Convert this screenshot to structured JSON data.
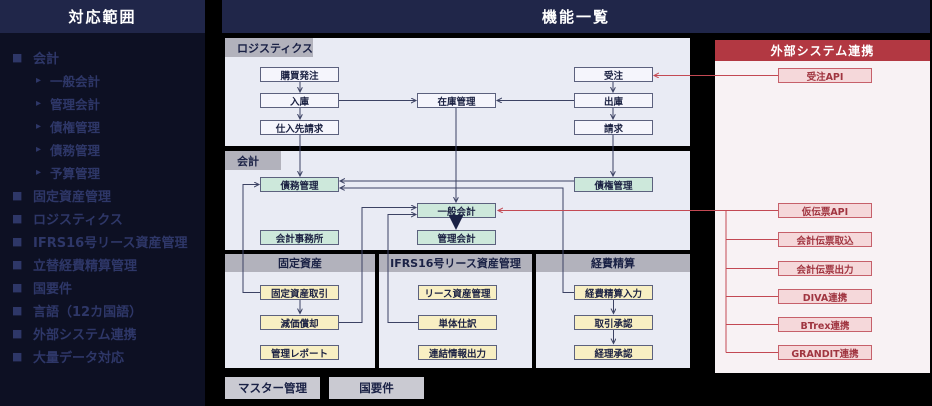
{
  "sidebar": {
    "title": "対応範囲",
    "items": [
      {
        "label": "会計",
        "level": 1
      },
      {
        "label": "一般会計",
        "level": 2
      },
      {
        "label": "管理会計",
        "level": 2
      },
      {
        "label": "債権管理",
        "level": 2
      },
      {
        "label": "債務管理",
        "level": 2
      },
      {
        "label": "予算管理",
        "level": 2
      },
      {
        "label": "固定資産管理",
        "level": 1
      },
      {
        "label": "ロジスティクス",
        "level": 1
      },
      {
        "label": "IFRS16号リース資産管理",
        "level": 1
      },
      {
        "label": "立替経費精算管理",
        "level": 1
      },
      {
        "label": "国要件",
        "level": 1
      },
      {
        "label": "言語（12カ国語）",
        "level": 1
      },
      {
        "label": "外部システム連携",
        "level": 1
      },
      {
        "label": "大量データ対応",
        "level": 1
      }
    ]
  },
  "header": {
    "title": "機能一覧"
  },
  "groups": {
    "logistics": {
      "title": "ロジスティクス",
      "nodes": {
        "purchase_order": "購買発注",
        "receiving": "入庫",
        "supplier_billing": "仕入先請求",
        "inventory": "在庫管理",
        "sales_order": "受注",
        "shipping": "出庫",
        "billing": "請求"
      }
    },
    "accounting": {
      "title": "会計",
      "nodes": {
        "payable": "債務管理",
        "receivable": "債権管理",
        "general_ledger": "一般会計",
        "management_accounting": "管理会計",
        "accounting_office": "会計事務所"
      }
    },
    "fixed_assets": {
      "title": "固定資産",
      "nodes": {
        "transactions": "固定資産取引",
        "depreciation": "減価償却",
        "report": "管理レポート"
      }
    },
    "ifrs_lease": {
      "title": "IFRS16号リース資産管理",
      "nodes": {
        "lease_assets": "リース資産管理",
        "standalone_journal": "単体仕訳",
        "consolidated_output": "連結情報出力"
      }
    },
    "expense": {
      "title": "経費精算",
      "nodes": {
        "entry": "経費精算入力",
        "transaction_approval": "取引承認",
        "accounting_approval": "経理承認"
      }
    },
    "external": {
      "title": "外部システム連携",
      "nodes": {
        "order_api": "受注API",
        "temp_voucher_api": "仮伝票API",
        "voucher_import": "会計伝票取込",
        "voucher_export": "会計伝票出力",
        "diva": "DIVA連携",
        "btrex": "BTrex連携",
        "grandit": "GRANDIT連携"
      }
    }
  },
  "footer": {
    "tabs": [
      "マスター管理",
      "国要件"
    ]
  },
  "colors": {
    "band_navy": "#202649",
    "sidebar_bg": "#0d1023",
    "sidebar_text": "#2e3768",
    "group_bg": "#e9ebf4",
    "gray_header": "#b2b2bc",
    "accent_red": "#b23842",
    "node_lavender": "#f5f5fc",
    "node_green": "#cde8db",
    "node_yellow": "#f8efc3",
    "node_pink": "#f5d8da",
    "connector_navy": "#3c4263",
    "connector_red": "#c34953"
  }
}
